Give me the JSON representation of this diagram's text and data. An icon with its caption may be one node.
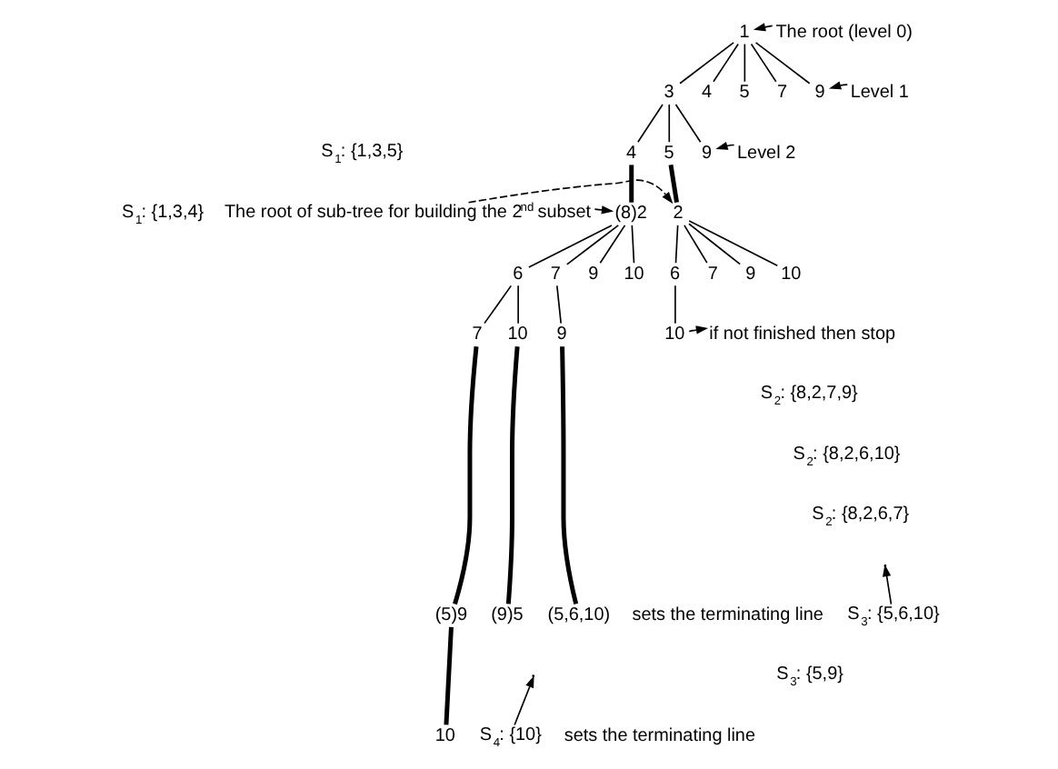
{
  "diagram": {
    "nodes": [
      {
        "text": [
          "1"
        ]
      },
      {
        "text": [
          "The root (level 0)"
        ]
      },
      {
        "text": [
          "3"
        ]
      },
      {
        "text": [
          "4"
        ]
      },
      {
        "text": [
          "5"
        ]
      },
      {
        "text": [
          "7"
        ]
      },
      {
        "text": [
          "9"
        ]
      },
      {
        "text": [
          "Level 1"
        ]
      },
      {
        "text": [
          "4"
        ]
      },
      {
        "text": [
          "5"
        ]
      },
      {
        "text": [
          "9"
        ]
      },
      {
        "text": [
          "Level 2"
        ]
      },
      {
        "text": [
          "The root of sub-tree for building the 2$^{nd}$ subset"
        ]
      },
      {
        "text": [
          "(8)2"
        ]
      },
      {
        "text": [
          "2"
        ]
      },
      {
        "text": [
          "6"
        ]
      },
      {
        "text": [
          "7"
        ]
      },
      {
        "text": [
          "9"
        ]
      },
      {
        "text": [
          "10"
        ]
      },
      {
        "text": [
          "6"
        ]
      },
      {
        "text": [
          "7"
        ]
      },
      {
        "text": [
          "9"
        ]
      },
      {
        "text": [
          "10"
        ]
      },
      {
        "text": [
          "10"
        ]
      },
      {
        "text": [
          "if not finished then stop"
        ]
      },
      {
        "text": [
          "7"
        ]
      },
      {
        "text": [
          "10"
        ]
      },
      {
        "text": [
          "9"
        ]
      },
      {
        "text": [
          "(5)9"
        ]
      },
      {
        "text": [
          "(9)5"
        ]
      },
      {
        "text": [
          "(5,6,10)"
        ]
      },
      {
        "text": [
          "10"
        ]
      },
      {
        "text": [
          "S$_{3}$: {5,6,10}"
        ]
      },
      {
        "text": [
          "S$_{4}$: {10}"
        ]
      }
    ],
    "edges": [
      {
        "from": 1,
        "to": 0,
        "arrow": "to",
        "style": "dashed"
      },
      {
        "from": 0,
        "to": 2,
        "arrow": "none"
      },
      {
        "from": 0,
        "to": 3,
        "arrow": "none"
      },
      {
        "from": 0,
        "to": 4,
        "arrow": "none"
      },
      {
        "from": 0,
        "to": 5,
        "arrow": "none"
      },
      {
        "from": 0,
        "to": 6,
        "arrow": "none"
      },
      {
        "from": 7,
        "to": 6,
        "arrow": "to",
        "style": "dashed"
      },
      {
        "from": 2,
        "to": 8,
        "arrow": "none"
      },
      {
        "from": 2,
        "to": 9,
        "arrow": "none"
      },
      {
        "from": 2,
        "to": 10,
        "arrow": "none"
      },
      {
        "from": 11,
        "to": 10,
        "arrow": "to",
        "style": "dashed"
      },
      {
        "from": 12,
        "to": 13,
        "arrow": "to",
        "style": "dashed"
      },
      {
        "from": 12,
        "to": 14,
        "arrow": "to",
        "style": "dashed"
      },
      {
        "from": 8,
        "to": 13,
        "arrow": "none",
        "style": "thick"
      },
      {
        "from": 9,
        "to": 14,
        "arrow": "none",
        "style": "thick"
      },
      {
        "from": 13,
        "to": 15,
        "arrow": "none"
      },
      {
        "from": 13,
        "to": 16,
        "arrow": "none"
      },
      {
        "from": 13,
        "to": 17,
        "arrow": "none"
      },
      {
        "from": 13,
        "to": 18,
        "arrow": "none"
      },
      {
        "from": 14,
        "to": 19,
        "arrow": "none"
      },
      {
        "from": 14,
        "to": 20,
        "arrow": "none"
      },
      {
        "from": 14,
        "to": 21,
        "arrow": "none"
      },
      {
        "from": 14,
        "to": 22,
        "arrow": "none"
      },
      {
        "from": 19,
        "to": 23,
        "arrow": "none"
      },
      {
        "from": 23,
        "to": 24,
        "arrow": "to"
      },
      {
        "from": 15,
        "to": 25,
        "arrow": "none"
      },
      {
        "from": 15,
        "to": 26,
        "arrow": "none"
      },
      {
        "from": 16,
        "to": 27,
        "arrow": "none"
      },
      {
        "from": 25,
        "to": 28,
        "arrow": "none",
        "style": "thick"
      },
      {
        "from": 26,
        "to": 29,
        "arrow": "none",
        "style": "thick"
      },
      {
        "from": 27,
        "to": 30,
        "arrow": "none",
        "style": "thick"
      },
      {
        "from": 28,
        "to": 31,
        "arrow": "none",
        "style": "thick"
      },
      {
        "from": 32,
        "to": null,
        "arrow": "to"
      },
      {
        "from": 33,
        "to": null,
        "arrow": "to"
      }
    ],
    "labels": [
      "S$_{1}$: {1,3,5}",
      "S$_{1}$: {1,3,4}",
      "S$_{2}$: {8,2,7,9}",
      "S$_{2}$: {8,2,6,10}",
      "S$_{2}$: {8,2,6,7}",
      "sets the terminating line",
      "S$_{3}$: {5,9}",
      "sets the terminating line"
    ]
  }
}
